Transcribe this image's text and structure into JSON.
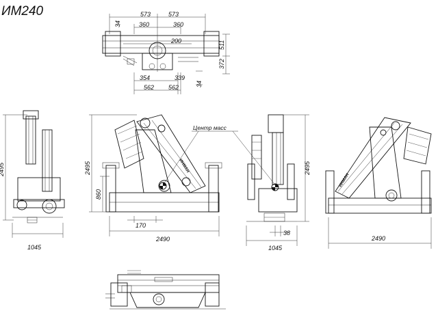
{
  "title": "ИМ240",
  "annotation": {
    "center_of_mass": "Центр масс"
  },
  "boom_branding": "ИНМАН",
  "dimensions": {
    "top_573_left": "573",
    "top_573_right": "573",
    "top_360_left": "360",
    "top_360_right": "360",
    "top_34_upper": "34",
    "top_200": "200",
    "top_511": "511",
    "top_372": "372",
    "top_354": "354",
    "top_339": "339",
    "top_34_lower": "34",
    "top_562_left": "562",
    "top_562_right": "562",
    "side_left_height": "2495",
    "side_left_width": "1045",
    "front_height": "2495",
    "front_860": "860",
    "front_170": "170",
    "front_width": "2490",
    "right_height": "2495",
    "right_38": "38",
    "right_width": "1045",
    "far_right_width": "2490"
  }
}
